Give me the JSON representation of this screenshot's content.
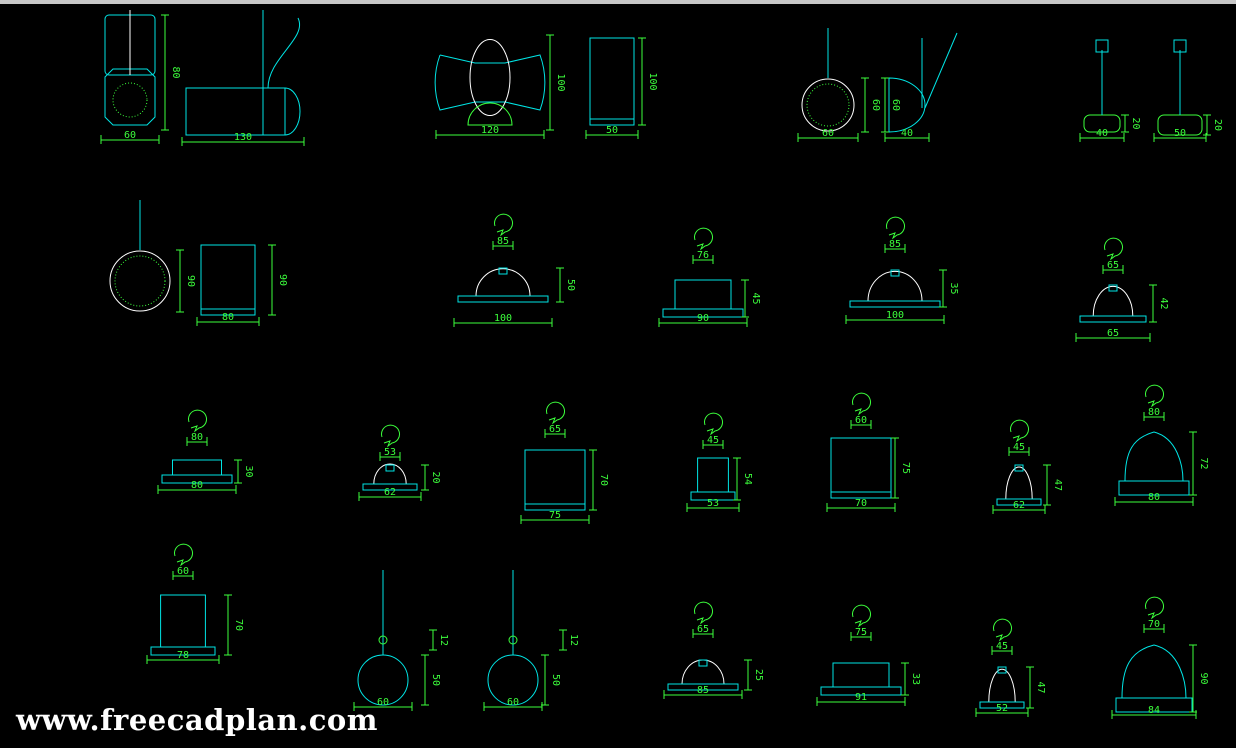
{
  "watermark": "www.freecadplan.com",
  "colors": {
    "background": "#000000",
    "outline": "#00e5e5",
    "dimension": "#3cff3c",
    "highlight": "#ffffff"
  },
  "fixtures": [
    {
      "width": "60",
      "height": "80"
    },
    {
      "width": "130"
    },
    {
      "width": "120",
      "height": "100"
    },
    {
      "width": "50",
      "height": "100"
    },
    {
      "width": "60",
      "height": "60"
    },
    {
      "width": "40",
      "height": "60"
    },
    {
      "width": "40",
      "height": "20"
    },
    {
      "width": "50",
      "height": "20"
    },
    {
      "height": "90"
    },
    {
      "width": "80",
      "height": "90"
    },
    {
      "lamp": "85",
      "width": "100",
      "height": "50"
    },
    {
      "lamp": "76",
      "width": "90",
      "height": "45"
    },
    {
      "lamp": "85",
      "width": "100",
      "height": "35"
    },
    {
      "lamp": "65",
      "width": "65",
      "height": "42"
    },
    {
      "lamp": "80",
      "width": "80",
      "height": "30"
    },
    {
      "lamp": "53",
      "width": "62",
      "height": "20"
    },
    {
      "lamp": "65",
      "width": "75",
      "height": "70"
    },
    {
      "lamp": "45",
      "width": "53",
      "height": "54"
    },
    {
      "lamp": "60",
      "width": "70",
      "height": "75"
    },
    {
      "lamp": "45",
      "width": "62",
      "height": "47"
    },
    {
      "lamp": "80",
      "width": "80",
      "height": "72"
    },
    {
      "lamp": "60",
      "width": "78",
      "height": "70"
    },
    {
      "width": "60",
      "height": "50",
      "extra": "12"
    },
    {
      "width": "60",
      "height": "50",
      "extra": "12"
    },
    {
      "lamp": "65",
      "width": "85",
      "height": "25"
    },
    {
      "lamp": "75",
      "width": "91",
      "height": "33"
    },
    {
      "lamp": "45",
      "width": "52",
      "height": "47"
    },
    {
      "lamp": "70",
      "width": "84",
      "height": "90"
    }
  ]
}
